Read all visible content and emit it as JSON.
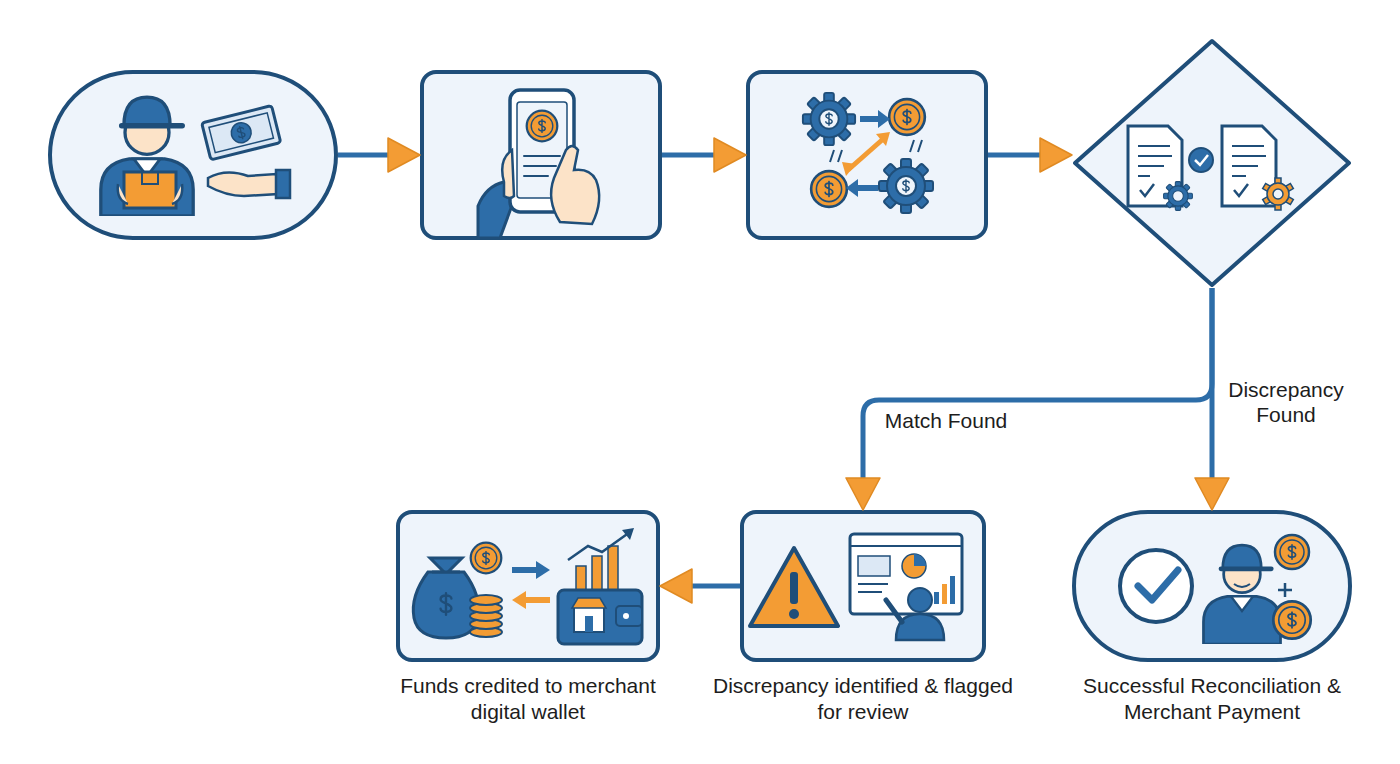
{
  "diagram": {
    "nodes": [
      {
        "text": []
      },
      {
        "text": []
      },
      {
        "text": []
      },
      {
        "text": []
      },
      {
        "text": [
          "Funds credited to merchant digital wallet"
        ]
      },
      {
        "text": [
          "Discrepancy identified & flagged for review"
        ]
      },
      {
        "text": [
          "Successful Reconciliation & Merchant Payment"
        ]
      }
    ],
    "edges": [
      {
        "from": 0,
        "to": 1,
        "arrow": "to"
      },
      {
        "from": 1,
        "to": 2,
        "arrow": "to"
      },
      {
        "from": 2,
        "to": 3,
        "arrow": "to"
      },
      {
        "from": 3,
        "to": 5,
        "arrow": "to",
        "label": "Match Found"
      },
      {
        "from": 3,
        "to": 6,
        "arrow": "to",
        "label": "Discrepancy Found"
      },
      {
        "from": 5,
        "to": 4,
        "arrow": "to"
      }
    ]
  }
}
